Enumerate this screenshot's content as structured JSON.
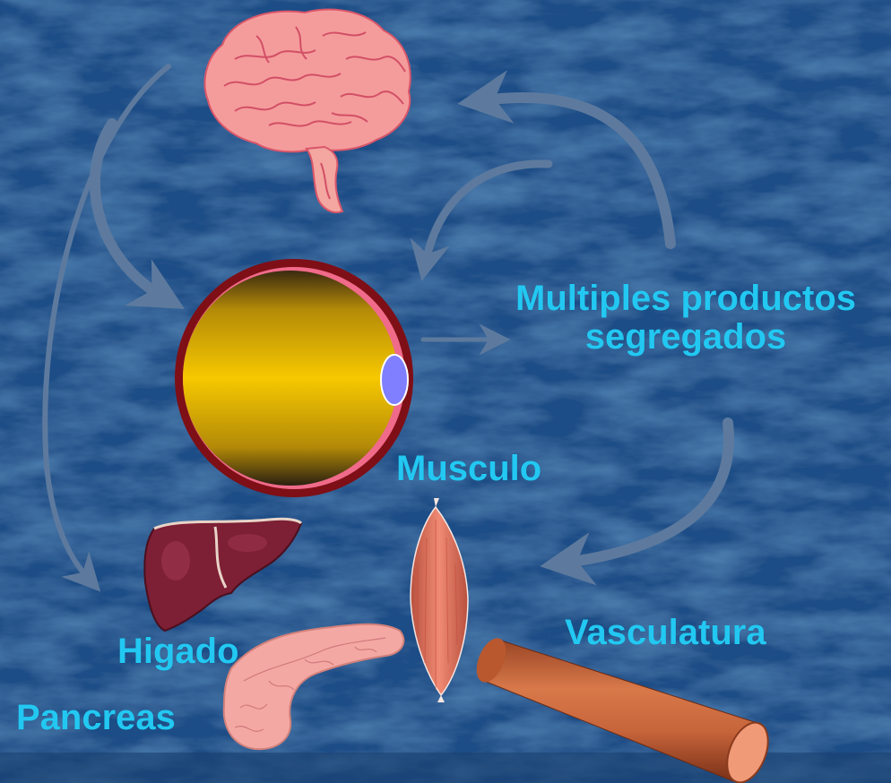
{
  "labels": {
    "multiples_line1": "Multiples productos",
    "multiples_line2": "segregados",
    "musculo": "Musculo",
    "higado": "Higado",
    "pancreas": "Pancreas",
    "vasculatura": "Vasculatura"
  },
  "colors": {
    "background": "#1e4d86",
    "label_text": "#22c8f2",
    "arrow": "#5d7a9e",
    "brain": "#f49c9c",
    "cell_ring": "#7e0f16",
    "cell_body": "#f2c200",
    "nucleus": "#7f7fff",
    "liver": "#7d1f35",
    "pancreas": "#f4a8a3",
    "muscle": "#e07362",
    "vessel": "#c7663a"
  }
}
